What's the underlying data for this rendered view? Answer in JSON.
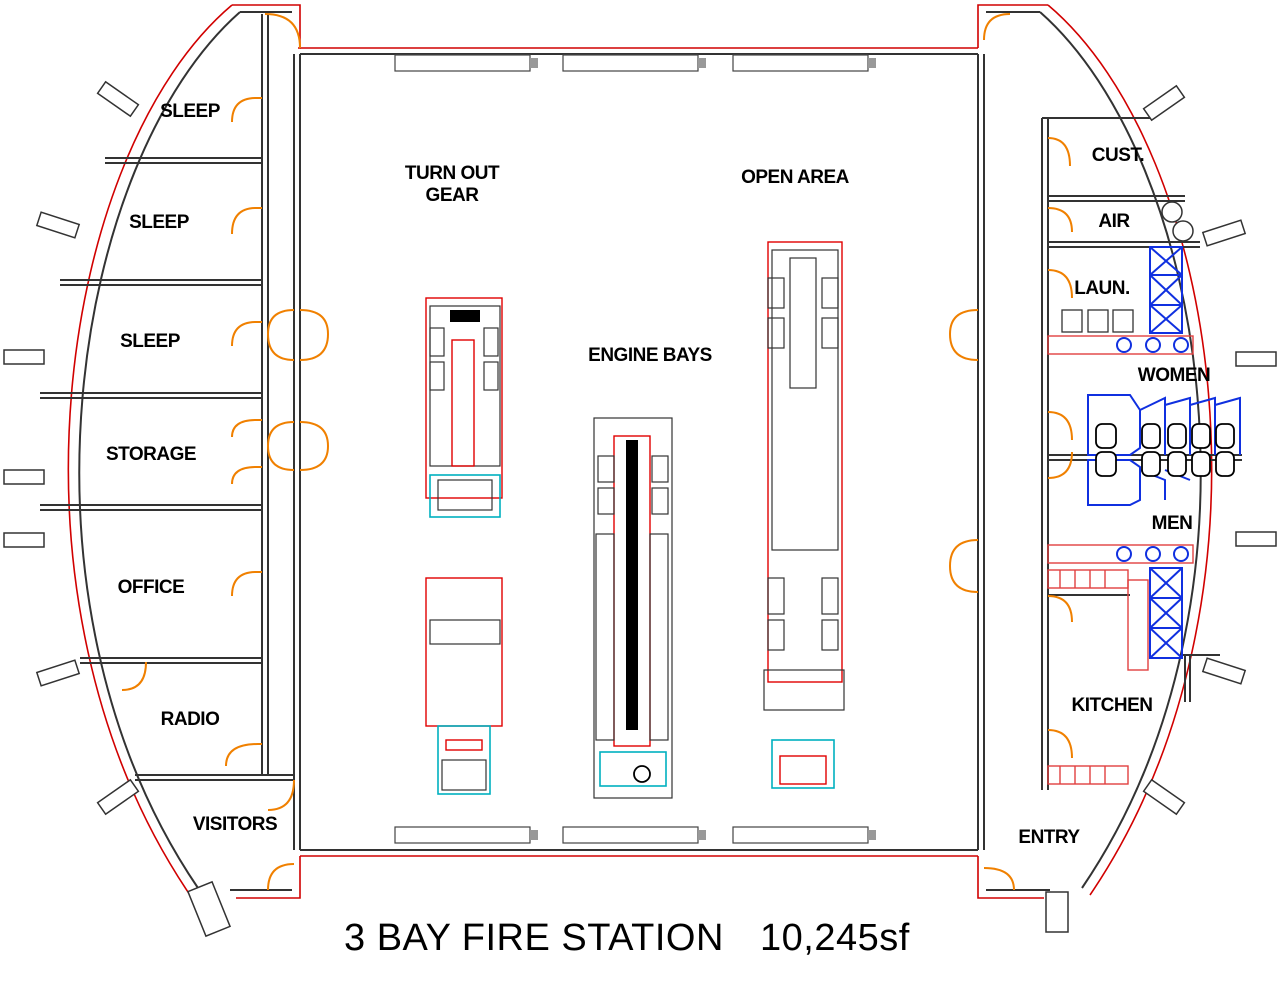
{
  "plan": {
    "title": "3  BAY FIRE STATION",
    "area": "10,245sf",
    "colors": {
      "walls": "#333333",
      "exterior": "#d10000",
      "doors": "#f08000",
      "fixtures": "#1030e0",
      "vehicles_accent": "#00b0c0"
    },
    "rooms": {
      "sleep_1": "SLEEP",
      "sleep_2": "SLEEP",
      "sleep_3": "SLEEP",
      "storage": "STORAGE",
      "office": "OFFICE",
      "radio": "RADIO",
      "visitors": "VISITORS",
      "turnout_line1": "TURN OUT",
      "turnout_line2": "GEAR",
      "open_area": "OPEN AREA",
      "engine_bays": "ENGINE BAYS",
      "cust": "CUST.",
      "air": "AIR",
      "laun": "LAUN.",
      "women": "WOMEN",
      "men": "MEN",
      "kitchen": "KITCHEN",
      "entry": "ENTRY"
    }
  }
}
